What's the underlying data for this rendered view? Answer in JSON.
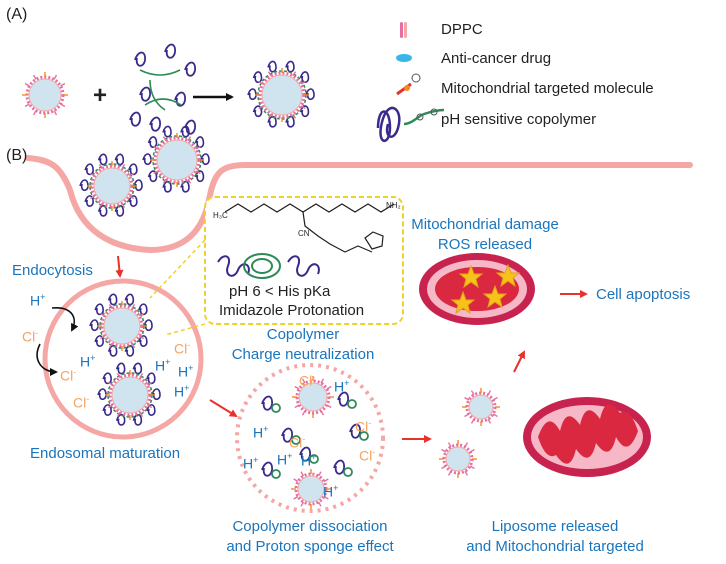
{
  "panel_a_label": "(A)",
  "panel_b_label": "(B)",
  "legend": [
    {
      "key": "dppc",
      "label": "DPPC"
    },
    {
      "key": "drug",
      "label": "Anti-cancer drug"
    },
    {
      "key": "mito",
      "label": "Mitochondrial targeted molecule"
    },
    {
      "key": "copolymer",
      "label": "pH sensitive copolymer"
    }
  ],
  "plus": "+",
  "captions": {
    "endocytosis": "Endocytosis",
    "endosomal_maturation": "Endosomal maturation",
    "copolymer_charge": "Copolymer\nCharge neutralization",
    "dissociation": "Copolymer dissociation\nand Proton sponge effect",
    "released": "Liposome released\nand Mitochondrial targeted",
    "mito_damage": "Mitochondrial damage\nROS released",
    "apoptosis": "Cell apoptosis"
  },
  "inset": {
    "line1": "pH 6 < His pKa",
    "line2": "Imidazole Protonation"
  },
  "ions": {
    "h": "H",
    "cl": "Cl",
    "plus": "+",
    "minus": "-"
  },
  "colors": {
    "membrane": "#f4a7a5",
    "liposome_core": "#d0e4f0",
    "copolymer_purple": "#3a2a8c",
    "copolymer_green": "#2e8b57",
    "mito_outer": "#c8234f",
    "mito_inner": "#d9283f",
    "arrow_red": "#e8322c",
    "star": "#f7c21a",
    "blue_text": "#1b75bc",
    "orange_text": "#f4a460"
  }
}
